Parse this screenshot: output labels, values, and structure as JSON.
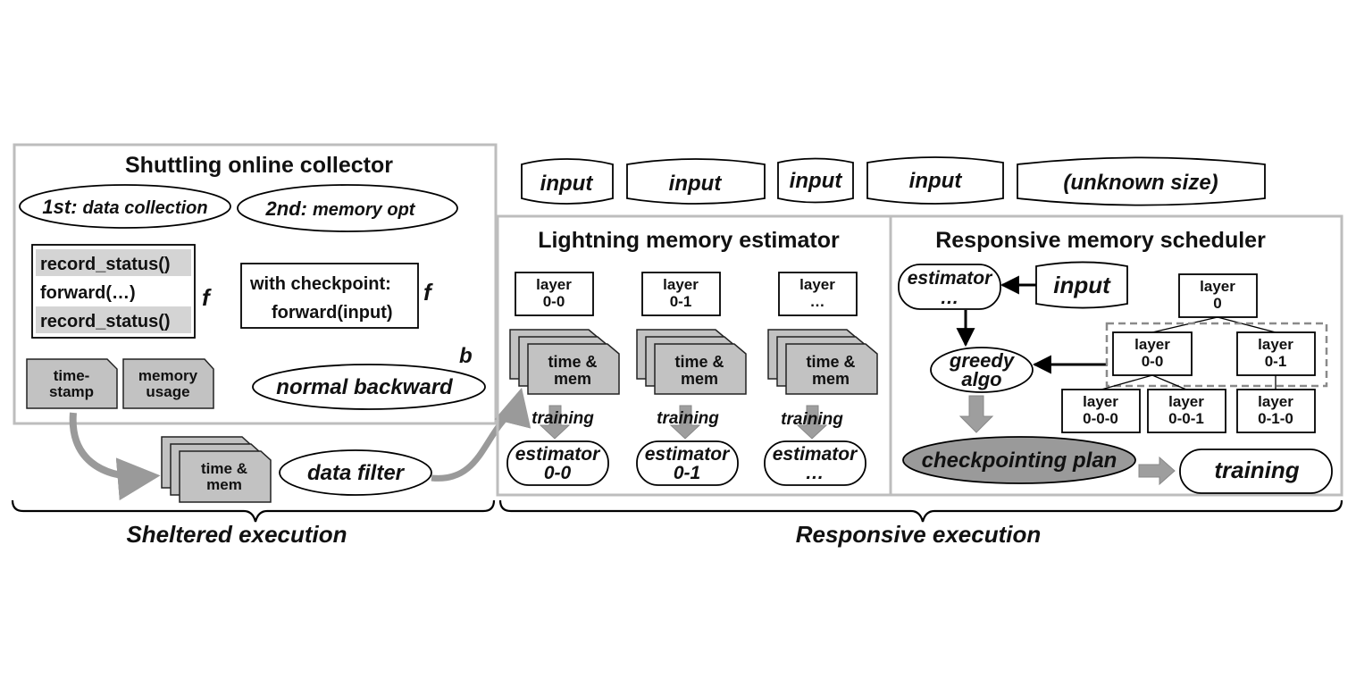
{
  "collector": {
    "title": "Shuttling online collector",
    "pill_data_collection_a": "1st:",
    "pill_data_collection_b": "data collection",
    "pill_memory_opt_a": "2nd:",
    "pill_memory_opt_b": "memory opt",
    "code_line1": "record_status()",
    "code_line2": "forward(…)",
    "code_line3": "record_status()",
    "f_label": "f",
    "checkpoint_line1": "with checkpoint:",
    "checkpoint_line2": "forward(input)",
    "f_label2": "f",
    "b_label": "b",
    "timestamp_line1": "time-",
    "timestamp_line2": "stamp",
    "memory_line1": "memory",
    "memory_line2": "usage",
    "normal_backward": "normal backward"
  },
  "sheltered": {
    "time_mem_line1": "time &",
    "time_mem_line2": "mem",
    "data_filter": "data filter",
    "brace_label": "Sheltered execution"
  },
  "inputs": {
    "items": [
      "input",
      "input",
      "input",
      "input",
      "(unknown size)"
    ]
  },
  "estimator": {
    "title": "Lightning memory estimator",
    "columns": [
      {
        "layer_line1": "layer",
        "layer_line2": "0-0",
        "tm_line1": "time &",
        "tm_line2": "mem",
        "training": "training",
        "est_line1": "estimator",
        "est_line2": "0-0"
      },
      {
        "layer_line1": "layer",
        "layer_line2": "0-1",
        "tm_line1": "time &",
        "tm_line2": "mem",
        "training": "training",
        "est_line1": "estimator",
        "est_line2": "0-1"
      },
      {
        "layer_line1": "layer",
        "layer_line2": "…",
        "tm_line1": "time &",
        "tm_line2": "mem",
        "training": "training",
        "est_line1": "estimator",
        "est_line2": "…"
      }
    ]
  },
  "scheduler": {
    "title": "Responsive memory scheduler",
    "estimator_line1": "estimator",
    "estimator_line2": "…",
    "input": "input",
    "greedy_line1": "greedy",
    "greedy_line2": "algo",
    "layer0_line1": "layer",
    "layer0_line2": "0",
    "layer00_line1": "layer",
    "layer00_line2": "0-0",
    "layer01_line1": "layer",
    "layer01_line2": "0-1",
    "layer000_line1": "layer",
    "layer000_line2": "0-0-0",
    "layer001_line1": "layer",
    "layer001_line2": "0-0-1",
    "layer010_line1": "layer",
    "layer010_line2": "0-1-0",
    "checkpointing_plan": "checkpointing plan",
    "training": "training"
  },
  "responsive": {
    "brace_label": "Responsive execution"
  }
}
